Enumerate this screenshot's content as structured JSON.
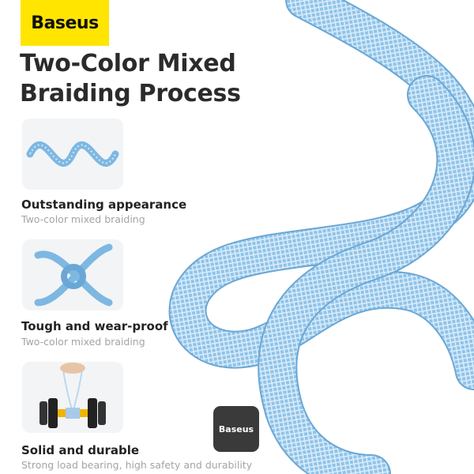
{
  "brand": {
    "logo_text": "Baseus",
    "badge_text": "Baseus"
  },
  "headline": {
    "line1": "Two-Color Mixed",
    "line2": "Braiding Process"
  },
  "features": [
    {
      "title": "Outstanding appearance",
      "subtitle": "Two-color mixed braiding"
    },
    {
      "title": "Tough and wear-proof",
      "subtitle": "Two-color mixed braiding"
    },
    {
      "title": "Solid and durable",
      "subtitle": "Strong load bearing, high safety and durability"
    }
  ],
  "colors": {
    "brand_yellow": "#ffe500",
    "cable_blue": "#8fc3e8",
    "cable_light": "#cfe6f7",
    "badge_gray": "#3a3a3a"
  },
  "icons": [
    "braided-cable-wave-icon",
    "cable-knot-icon",
    "dumbbell-lift-icon"
  ]
}
